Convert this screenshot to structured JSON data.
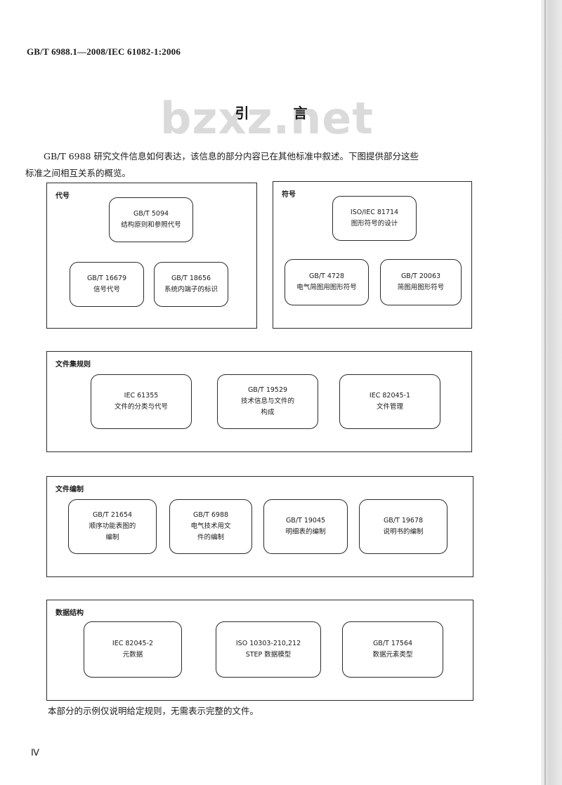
{
  "header": "GB/T 6988.1—2008/IEC 61082-1:2006",
  "title": "引 言",
  "watermark": "bzxz.net",
  "intro": {
    "line1": "GB/T 6988 研究文件信息如何表达，该信息的部分内容已在其他标准中叙述。下图提供部分这些",
    "line2": "标准之间相互关系的概览。"
  },
  "groups": {
    "code": {
      "title": "代号",
      "nodes": [
        {
          "std": "GB/T 5094",
          "name": "结构原则和参照代号"
        },
        {
          "std": "GB/T 16679",
          "name": "信号代号"
        },
        {
          "std": "GB/T 18656",
          "name": "系统内端子的标识"
        }
      ]
    },
    "symbol": {
      "title": "符号",
      "nodes": [
        {
          "std": "ISO/IEC 81714",
          "name": "图形符号的设计"
        },
        {
          "std": "GB/T 4728",
          "name": "电气简图用图形符号"
        },
        {
          "std": "GB/T 20063",
          "name": "简图用图形符号"
        }
      ]
    },
    "docset": {
      "title": "文件集规则",
      "nodes": [
        {
          "std": "IEC 61355",
          "name": "文件的分类与代号"
        },
        {
          "std": "GB/T 19529",
          "name": "技术信息与文件的",
          "name2": "构成"
        },
        {
          "std": "IEC 82045-1",
          "name": "文件管理"
        }
      ]
    },
    "docprep": {
      "title": "文件编制",
      "nodes": [
        {
          "std": "GB/T 21654",
          "name": "顺序功能表图的",
          "name2": "编制"
        },
        {
          "std": "GB/T 6988",
          "name": "电气技术用文",
          "name2": "件的编制"
        },
        {
          "std": "GB/T 19045",
          "name": "明细表的编制"
        },
        {
          "std": "GB/T 19678",
          "name": "说明书的编制"
        }
      ]
    },
    "datastruct": {
      "title": "数据结构",
      "nodes": [
        {
          "std": "IEC 82045-2",
          "name": "元数据"
        },
        {
          "std": "ISO 10303-210,212",
          "name": "STEP 数据模型"
        },
        {
          "std": "GB/T 17564",
          "name": "数据元素类型"
        }
      ]
    }
  },
  "footer_text": "本部分的示例仅说明给定规则，无需表示完整的文件。",
  "page_number": "Ⅳ"
}
